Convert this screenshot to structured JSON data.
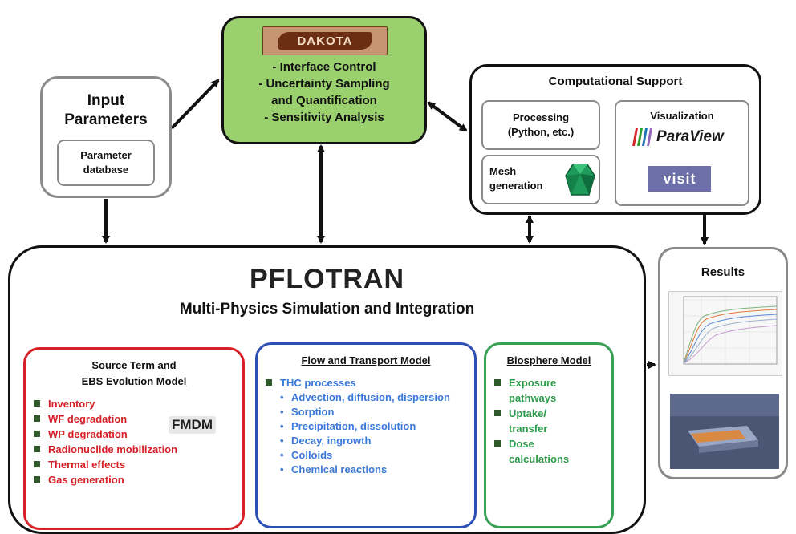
{
  "input": {
    "title": "Input\nParameters",
    "database": "Parameter\ndatabase"
  },
  "dakota": {
    "logo_text": "DAKOTA",
    "lines": "- Interface Control\n- Uncertainty Sampling\nand Quantification\n- Sensitivity Analysis"
  },
  "computational": {
    "title": "Computational  Support",
    "processing": "Processing\n(Python, etc.)",
    "mesh": "Mesh\ngeneration",
    "visualization": "Visualization",
    "paraview_text": "ParaView",
    "visit_text": "visit"
  },
  "pflotran": {
    "title": "PFLOTRAN",
    "subtitle": "Multi-Physics Simulation and Integration",
    "source": {
      "title": "Source Term and\nEBS Evolution Model",
      "fmdm": "FMDM",
      "items": [
        "Inventory",
        "WF degradation",
        "WP degradation",
        "Radionuclide mobilization",
        "Thermal effects",
        "Gas generation"
      ]
    },
    "flow": {
      "title": "Flow and Transport Model",
      "main_item": "THC processes",
      "sub_items": [
        "Advection, diffusion, dispersion",
        "Sorption",
        "Precipitation, dissolution",
        "Decay, ingrowth",
        "Colloids",
        "Chemical reactions"
      ]
    },
    "biosphere": {
      "title": "Biosphere Model",
      "items": [
        "Exposure\npathways",
        "Uptake/\ntransfer",
        "Dose\ncalculations"
      ]
    }
  },
  "results": {
    "title": "Results"
  },
  "colors": {
    "dakota_fill": "#9bd06e",
    "source_border": "#d61f26",
    "flow_border": "#2c4fb3",
    "bio_border": "#36a055",
    "item_red": "#d61f26",
    "item_blue": "#3b78d8",
    "item_green": "#2e9b4c"
  },
  "icons": [
    "mesh-gem-icon",
    "paraview-logo-icon",
    "visit-logo-icon"
  ]
}
